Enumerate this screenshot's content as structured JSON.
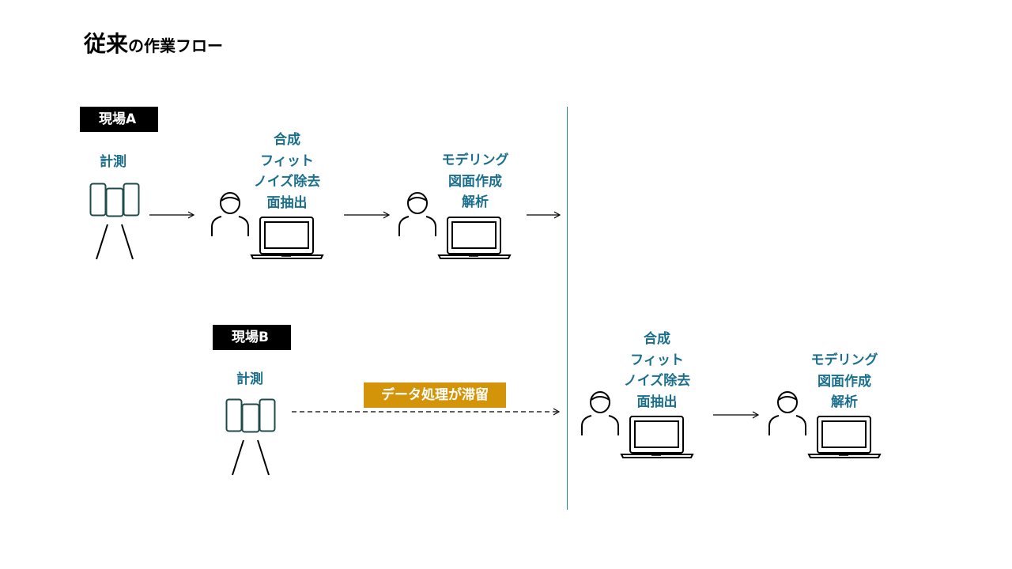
{
  "title": {
    "main": "従来",
    "sub": "の作業フロー"
  },
  "siteA": {
    "label": "現場A",
    "measure": "計測",
    "process_lines": [
      "合成",
      "フィット",
      "ノイズ除去",
      "面抽出"
    ],
    "model_lines": [
      "モデリング",
      "図面作成",
      "解析"
    ]
  },
  "siteB": {
    "label": "現場B",
    "measure": "計測",
    "badge": "データ処理が滞留",
    "process_lines": [
      "合成",
      "フィット",
      "ノイズ除去",
      "面抽出"
    ],
    "model_lines": [
      "モデリング",
      "図面作成",
      "解析"
    ]
  },
  "icons": {
    "scanner": "3d-scanner-tripod-icon",
    "operator": "person-icon",
    "computer": "laptop-icon"
  },
  "colors": {
    "text_accent": "#1a6f8c",
    "scanner_stroke": "#1f4a4a",
    "badge_bg": "#d4940a",
    "divider": "#2a8aa6",
    "label_bg": "#000000"
  }
}
